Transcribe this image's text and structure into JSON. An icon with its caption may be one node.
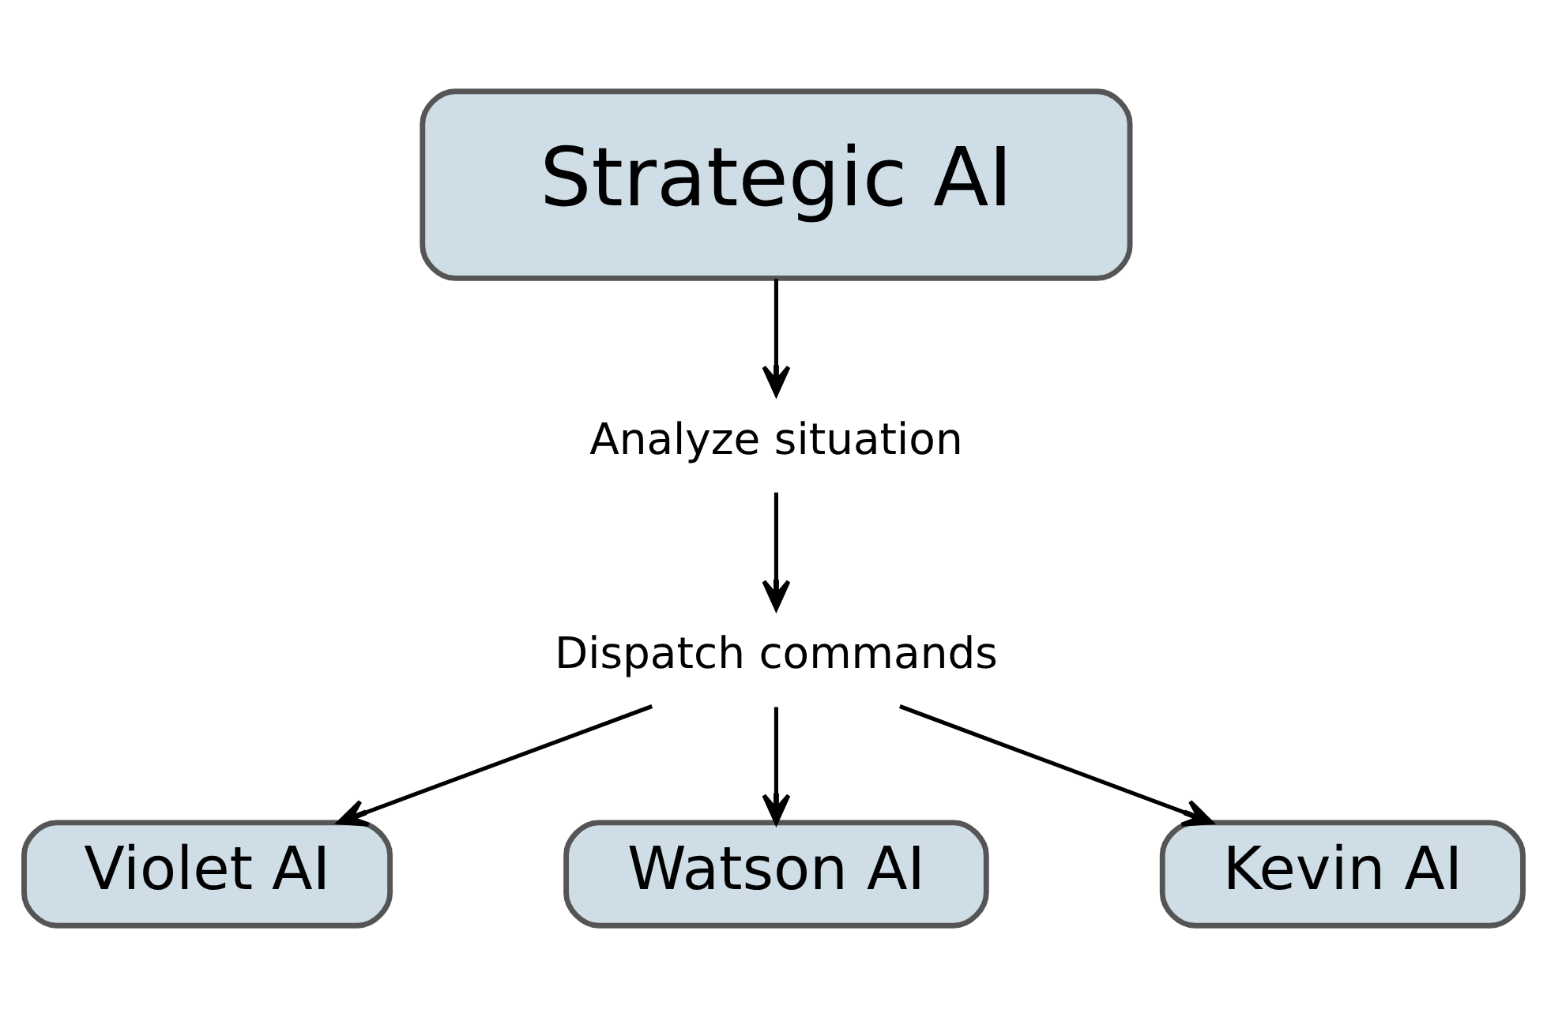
{
  "diagram": {
    "nodes": [
      {
        "text": [
          "Strategic AI"
        ]
      },
      {
        "text": [
          "Analyze situation"
        ]
      },
      {
        "text": [
          "Dispatch commands"
        ]
      },
      {
        "text": [
          "Violet AI"
        ]
      },
      {
        "text": [
          "Watson AI"
        ]
      },
      {
        "text": [
          "Kevin AI"
        ]
      }
    ],
    "edges": [
      {
        "from": 0,
        "to": 1,
        "arrow": "to"
      },
      {
        "from": 1,
        "to": 2,
        "arrow": "to"
      },
      {
        "from": 2,
        "to": 3,
        "arrow": "to"
      },
      {
        "from": 2,
        "to": 4,
        "arrow": "to"
      },
      {
        "from": 2,
        "to": 5,
        "arrow": "to"
      }
    ]
  }
}
